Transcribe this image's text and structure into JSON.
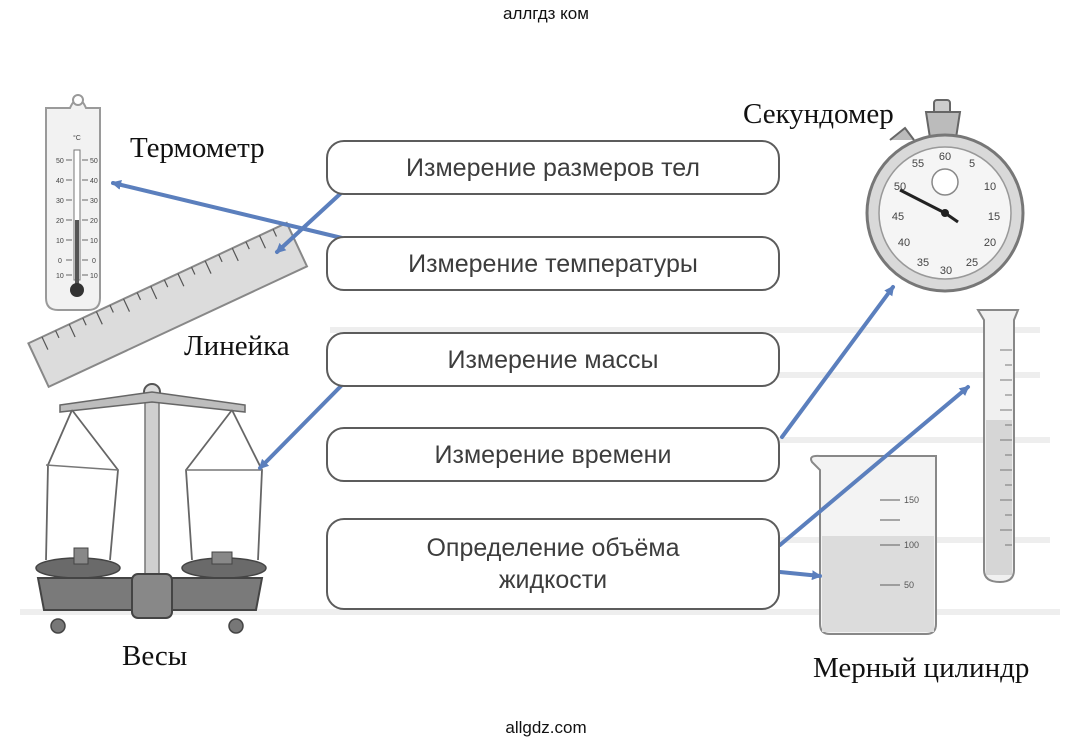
{
  "watermark_top": "аллгдз ком",
  "watermark_bottom": "allgdz.com",
  "boxes": {
    "size": "Измерение размеров тел",
    "temperature": "Измерение температуры",
    "mass": "Измерение массы",
    "time": "Измерение времени",
    "volume_line1": "Определение объёма",
    "volume_line2": "жидкости"
  },
  "labels": {
    "thermometer": "Термометр",
    "stopwatch": "Секундомер",
    "ruler": "Линейка",
    "scales": "Весы",
    "cylinder": "Мерный цилиндр"
  },
  "instrument_marks": {
    "thermometer_unit": "°C",
    "thermometer_scale": [
      "50",
      "40",
      "30",
      "20",
      "10",
      "0",
      "10"
    ],
    "stopwatch_dial": [
      "60",
      "55",
      "5",
      "50",
      "10",
      "45",
      "15",
      "40",
      "20",
      "35",
      "25",
      "30"
    ],
    "beaker_marks": [
      "150",
      "100",
      "50"
    ]
  },
  "colors": {
    "arrow": "#5b7fbd",
    "box_border": "#5c5c5c",
    "box_text": "#3d3d3d"
  }
}
